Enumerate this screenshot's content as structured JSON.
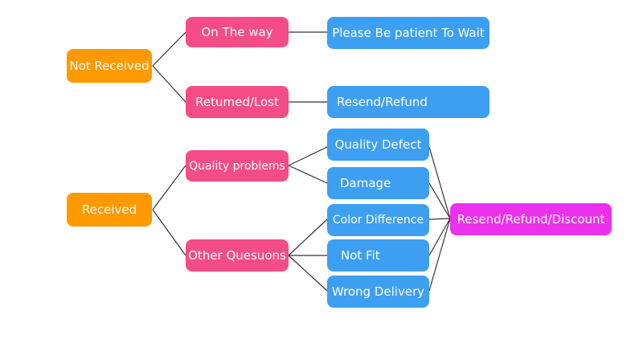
{
  "colors": {
    "root": "#fe9900",
    "category": "#f44c86",
    "outcome": "#3d9ff2",
    "resolution": "#ec31ec",
    "connector": "#333333"
  },
  "nodes": {
    "not_received": "Not Received",
    "on_the_way": "On The way",
    "please_wait": "Please Be patient To Wait",
    "returned_lost": "Retumed/Lost",
    "resend_refund": "Resend/Refund",
    "received": "Received",
    "quality_problems": "Quality problems",
    "other_questions": "Other Quesuons",
    "quality_defect": "Quality Defect",
    "damage": "Damage",
    "color_difference": "Color Difference",
    "not_fit": "Not Fit",
    "wrong_delivery": "Wrong Delivery",
    "resend_refund_discount": "Resend/Refund/Discount"
  }
}
